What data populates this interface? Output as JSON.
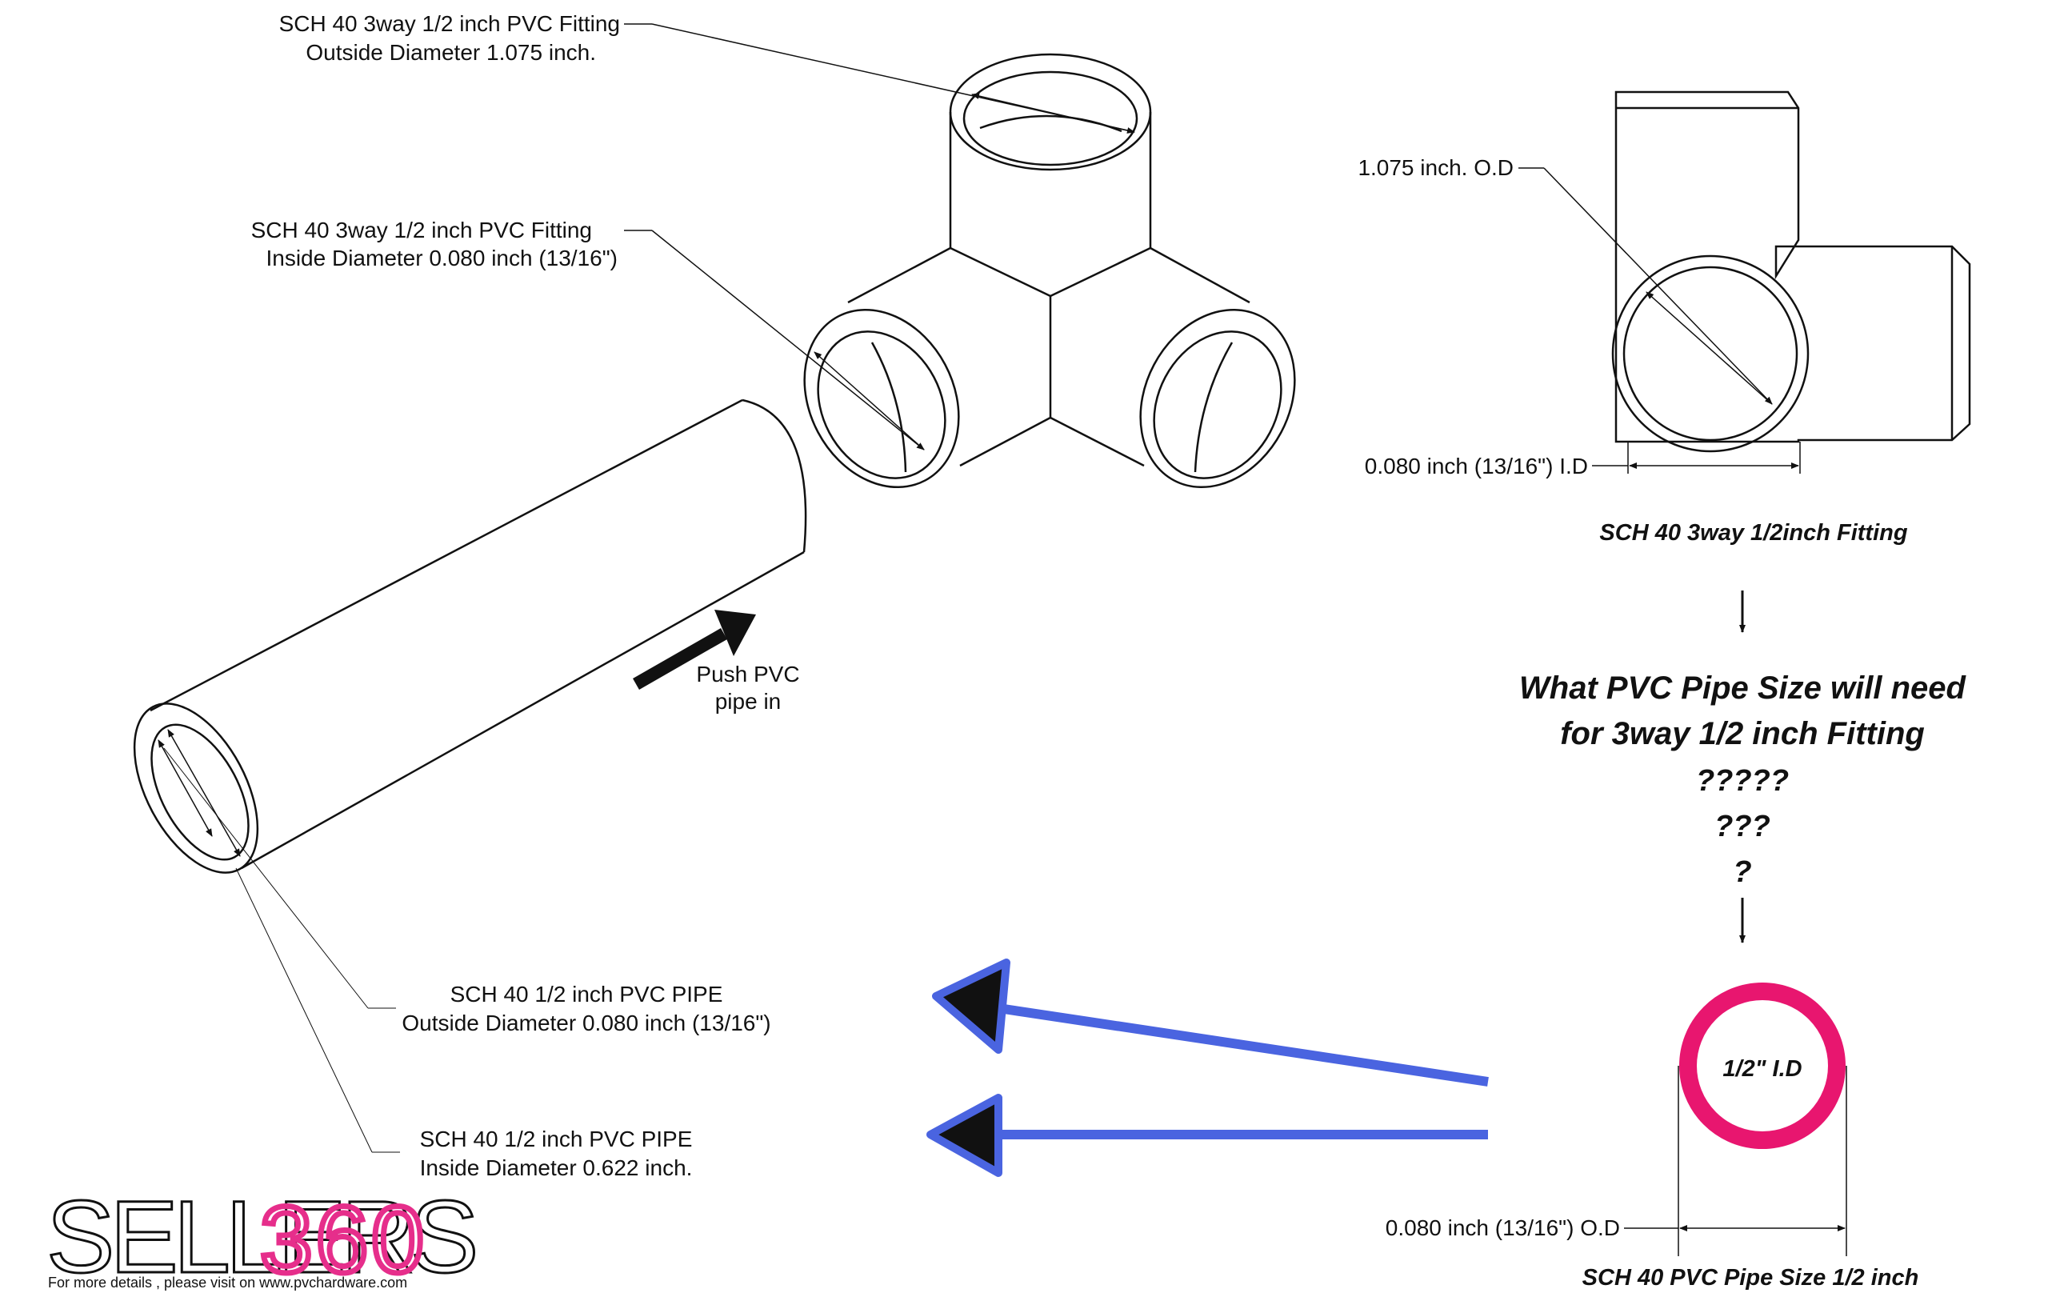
{
  "fitting_labels": {
    "od_line1": "SCH 40 3way 1/2 inch PVC Fitting",
    "od_line2": "Outside Diameter 1.075 inch.",
    "id_line1": "SCH 40 3way 1/2 inch PVC Fitting",
    "id_line2": "Inside Diameter 0.080 inch (13/16\")"
  },
  "push_label": {
    "line1": "Push PVC",
    "line2": "pipe in"
  },
  "pipe_labels": {
    "od_line1": "SCH 40 1/2 inch PVC PIPE",
    "od_line2": "Outside Diameter 0.080 inch (13/16\")",
    "id_line1": "SCH 40 1/2 inch PVC PIPE",
    "id_line2": "Inside Diameter 0.622 inch."
  },
  "right_fitting": {
    "od_dim": "1.075 inch. O.D",
    "id_dim": "0.080 inch (13/16\") I.D",
    "caption": "SCH 40 3way  1/2inch Fitting"
  },
  "question": {
    "line1": "What PVC Pipe Size will need",
    "line2": "for 3way 1/2 inch Fitting",
    "marks1": "?????",
    "marks2": "???",
    "marks3": "?"
  },
  "pipe_section": {
    "center_label": "1/2\" I.D",
    "od_dim": "0.080 inch (13/16\") O.D",
    "caption": "SCH 40 PVC Pipe Size 1/2 inch"
  },
  "logo": {
    "word": "SELLERS",
    "number": "360",
    "tagline": "For more details , please visit on www.pvchardware.com"
  },
  "colors": {
    "question": "#e03a3e",
    "question_marks": "#2bb673",
    "ring": "#e8166f",
    "arrows": "#4a64e0",
    "logo_number": "#e62e8b"
  }
}
